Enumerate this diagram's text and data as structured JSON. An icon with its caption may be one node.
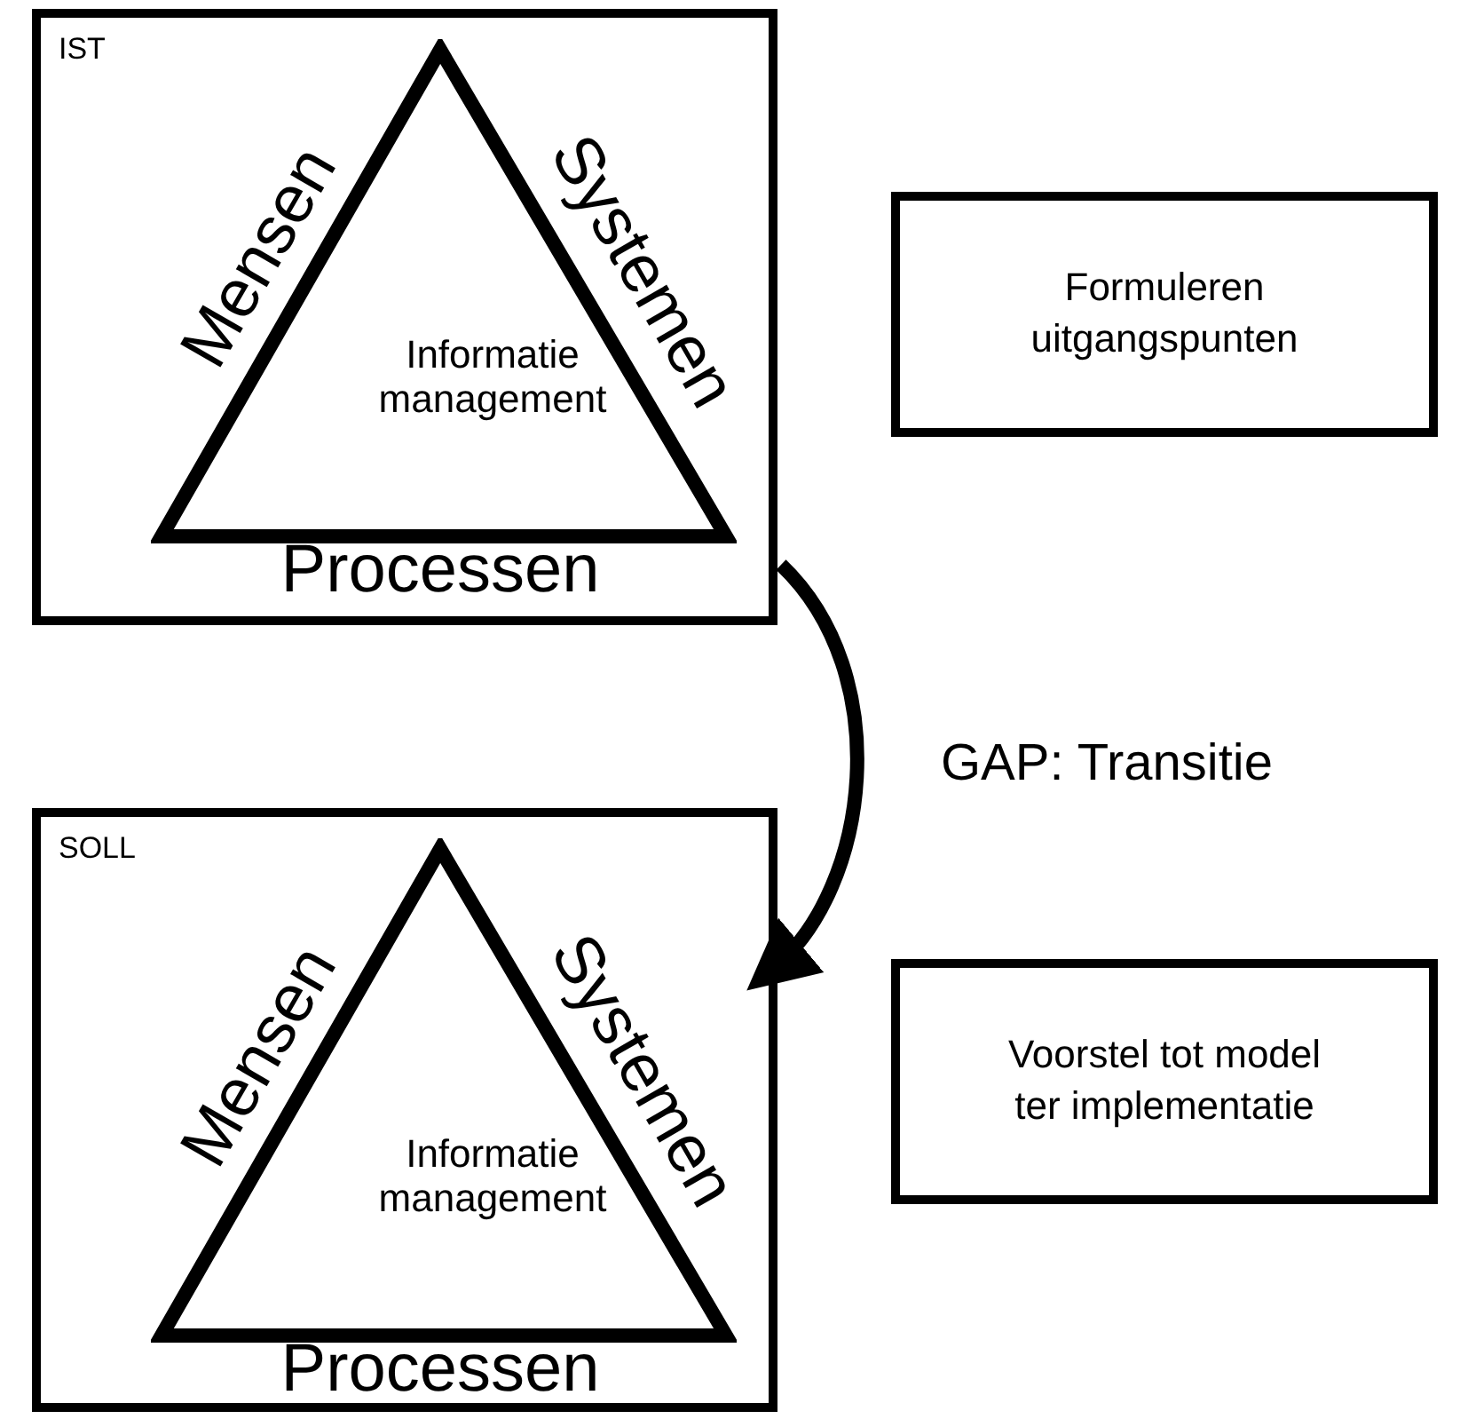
{
  "diagram": {
    "nodes": [
      {
        "text": [
          "IST"
        ]
      },
      {
        "text": [
          "Informatie management"
        ],
        "in": 0,
        "beside": [
          "Mensen",
          "Systemen",
          "Processen"
        ]
      },
      {
        "text": [
          "Formuleren uitgangspunten"
        ]
      },
      {
        "text": [
          "SOLL"
        ]
      },
      {
        "text": [
          "Informatie management"
        ],
        "in": 3,
        "beside": [
          "Mensen",
          "Systemen",
          "Processen"
        ]
      },
      {
        "text": [
          "Voorstel tot model ter implementatie"
        ]
      }
    ],
    "edges": [
      {
        "from": 0,
        "to": 3,
        "arrow": "to",
        "label": "GAP: Transitie"
      }
    ]
  }
}
